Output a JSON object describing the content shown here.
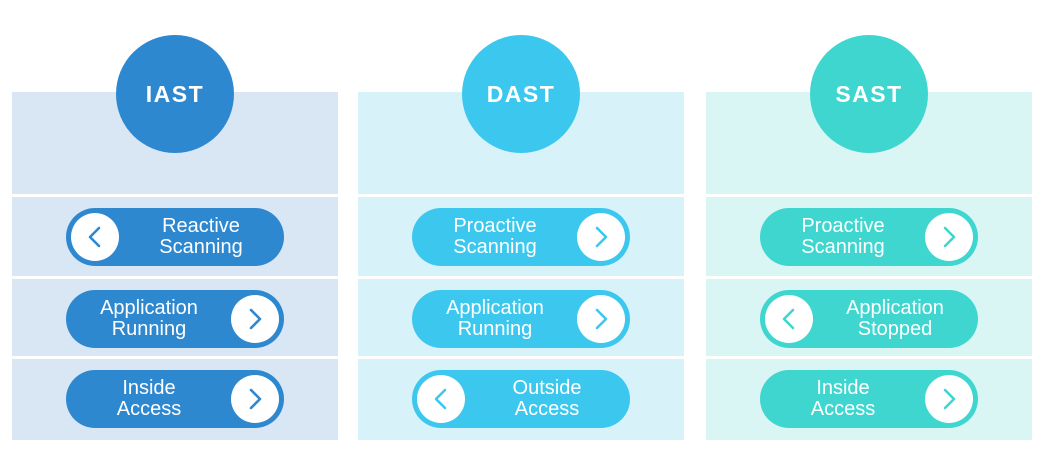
{
  "columns": [
    {
      "title": "IAST",
      "colors": {
        "circle": "#2e88d0",
        "bg": "#d9e7f5",
        "pill": "#2e88d0"
      },
      "items": [
        {
          "label": "Reactive\nScanning",
          "icon": "chevron-left-icon",
          "direction": "left"
        },
        {
          "label": "Application\nRunning",
          "icon": "chevron-right-icon",
          "direction": "right"
        },
        {
          "label": "Inside\nAccess",
          "icon": "chevron-right-icon",
          "direction": "right"
        }
      ]
    },
    {
      "title": "DAST",
      "colors": {
        "circle": "#3cc8ee",
        "bg": "#d8f2fa",
        "pill": "#3cc8ee"
      },
      "items": [
        {
          "label": "Proactive\nScanning",
          "icon": "chevron-right-icon",
          "direction": "right"
        },
        {
          "label": "Application\nRunning",
          "icon": "chevron-right-icon",
          "direction": "right"
        },
        {
          "label": "Outside\nAccess",
          "icon": "chevron-left-icon",
          "direction": "left"
        }
      ]
    },
    {
      "title": "SAST",
      "colors": {
        "circle": "#3fd6cf",
        "bg": "#d9f6f4",
        "pill": "#3fd6cf"
      },
      "items": [
        {
          "label": "Proactive\nScanning",
          "icon": "chevron-right-icon",
          "direction": "right"
        },
        {
          "label": "Application\nStopped",
          "icon": "chevron-left-icon",
          "direction": "left"
        },
        {
          "label": "Inside\nAccess",
          "icon": "chevron-right-icon",
          "direction": "right"
        }
      ]
    }
  ]
}
